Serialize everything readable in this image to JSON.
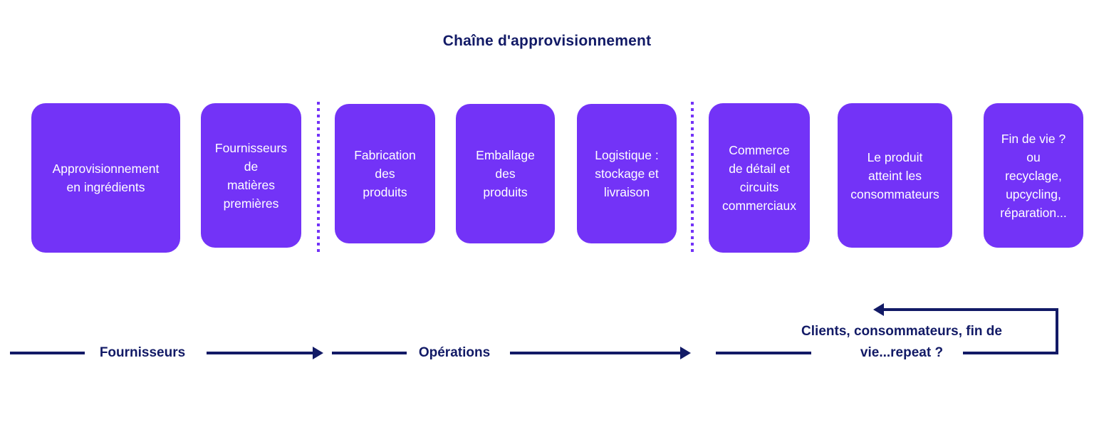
{
  "title": "Chaîne  d'approvisionnement",
  "colors": {
    "box_fill": "#7333f7",
    "box_text": "#ffffff",
    "navy": "#121a66",
    "background": "#ffffff",
    "divider": "#7333f7"
  },
  "stages": [
    {
      "id": "approvisionnement-en-ingredients",
      "label": "Approvisionnement\nen ingrédients",
      "group": "fournisseurs"
    },
    {
      "id": "fournisseurs-de-matieres-premieres",
      "label": "Fournisseurs\nde\nmatières\npremières",
      "group": "fournisseurs"
    },
    {
      "id": "fabrication-des-produits",
      "label": "Fabrication\ndes\nproduits",
      "group": "operations"
    },
    {
      "id": "emballage-des-produits",
      "label": "Emballage\ndes\nproduits",
      "group": "operations"
    },
    {
      "id": "logistique-stockage-et-livraison",
      "label": "Logistique :\nstockage et\nlivraison",
      "group": "operations"
    },
    {
      "id": "commerce-de-detail-et-circuits-commerciaux",
      "label": "Commerce\nde détail et\ncircuits\ncommerciaux",
      "group": "clients"
    },
    {
      "id": "le-produit-atteint-les-consommateurs",
      "label": "Le produit\natteint les\nconsommateurs",
      "group": "clients"
    },
    {
      "id": "fin-de-vie-ou-recyclage",
      "label": "Fin de vie ?\nou\nrecyclage,\nupcycling,\nréparation...",
      "group": "clients"
    }
  ],
  "flow": {
    "labels": [
      {
        "id": "fournisseurs",
        "text": "Fournisseurs"
      },
      {
        "id": "operations",
        "text": "Opérations"
      },
      {
        "id": "clients",
        "text": "Clients, consommateurs, fin de\nvie...repeat ?"
      }
    ]
  }
}
